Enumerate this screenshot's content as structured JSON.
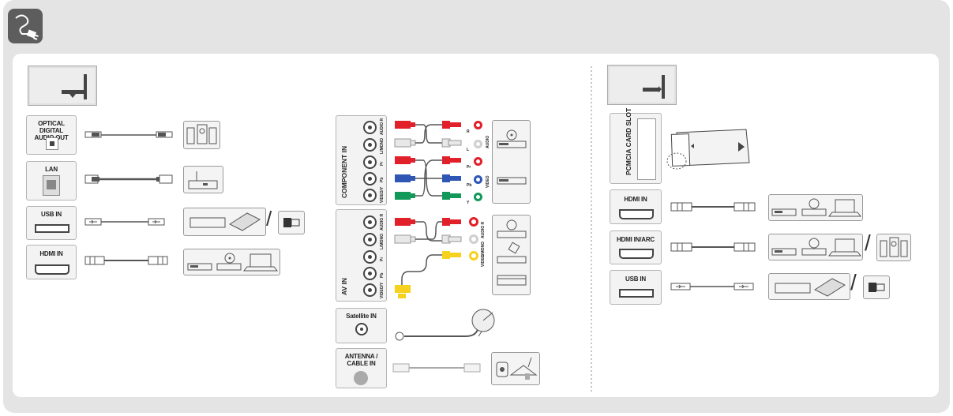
{
  "colors": {
    "background": "#e4e4e4",
    "panel": "#ffffff",
    "icon_bg": "#5d5d5d",
    "red": "#e2202a",
    "blue": "#2f56b5",
    "green": "#12995a",
    "yellow": "#f6d21e",
    "white_plug": "#e8e8e8",
    "cable": "#555555"
  },
  "header": {
    "icon": "cable-plug-icon"
  },
  "left_ports": {
    "optical": {
      "label": "OPTICAL DIGITAL\nAUDIO OUT",
      "device": "audio-system-icon"
    },
    "lan": {
      "label": "LAN",
      "device": "router-icon"
    },
    "usb": {
      "label": "USB IN",
      "devices": [
        "usb-hdd-icon",
        "usb-stick-icon"
      ]
    },
    "hdmi": {
      "label": "HDMI IN",
      "devices": [
        "set-top-box-icon",
        "dvd-player-icon",
        "laptop-icon"
      ]
    }
  },
  "center": {
    "component": {
      "label": "COMPONENT IN",
      "jacks": [
        "AUDIO R",
        "L/MONO",
        "Pr",
        "Pb",
        "VIDEO/Y"
      ],
      "device_labels": [
        "AUDIO",
        "VIDEO"
      ],
      "plug_letters": [
        "R",
        "L",
        "Pr",
        "Pb",
        "Y"
      ]
    },
    "av": {
      "label": "AV IN",
      "jacks": [
        "AUDIO R",
        "L/MONO",
        "Pr",
        "Pb",
        "VIDEO/Y"
      ],
      "device_labels": [
        "AUDIO R",
        "L/MONO",
        "VIDEO"
      ]
    },
    "satellite": {
      "label": "Satellite IN",
      "device": "satellite-dish-icon"
    },
    "antenna": {
      "label": "ANTENNA /\nCABLE IN",
      "device": "antenna-house-icon"
    }
  },
  "right_ports": {
    "pcmcia": {
      "label": "PCMCIA CARD SLOT",
      "device": "ci-module-icon"
    },
    "hdmi": {
      "label": "HDMI IN",
      "devices": [
        "set-top-box-icon",
        "dvd-player-icon",
        "laptop-icon"
      ]
    },
    "hdmi_arc": {
      "label": "HDMI IN/ARC",
      "devices": [
        "set-top-box-icon",
        "dvd-player-icon",
        "laptop-icon",
        "audio-system-icon"
      ]
    },
    "usb": {
      "label": "USB IN",
      "devices": [
        "usb-hdd-icon",
        "usb-stick-icon"
      ]
    }
  },
  "separator": "/"
}
